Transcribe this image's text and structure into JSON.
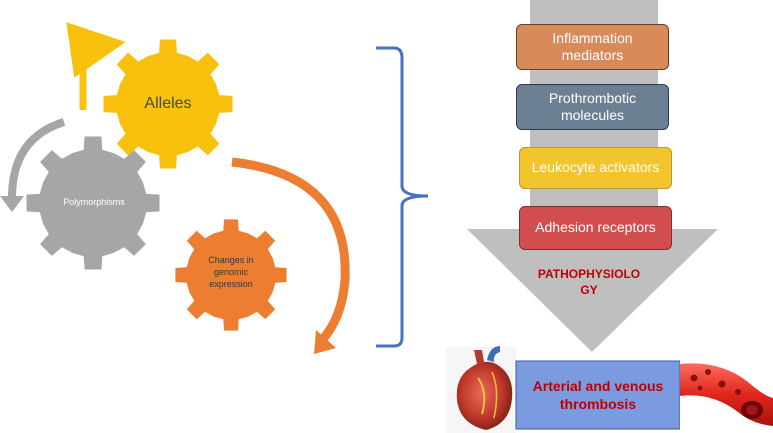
{
  "gears": {
    "alleles": "Alleles",
    "polymorphisms": "Polymorphisms",
    "expression": "Changes in genomic expression"
  },
  "mediators": [
    {
      "label": "Inflammation mediators",
      "color": "#d98a5b",
      "border": "#5a4330"
    },
    {
      "label": "Prothrombotic molecules",
      "color": "#6d7f93",
      "border": "#2c3b55"
    },
    {
      "label": "Leukocyte activators",
      "color": "#f2c42e",
      "border": "#b89a30"
    },
    {
      "label": "Adhesion receptors",
      "color": "#d24e4e",
      "border": "#7d2f2f"
    }
  ],
  "pathophysiology": "PATHOPHYSIOLO GY",
  "outcome": "Arterial and venous thrombosis",
  "icons": [
    "heart-image",
    "blood-vessel-clot-image"
  ],
  "colors": {
    "alleles_gear": "#f7c10d",
    "polymorphisms_gear": "#a6a6a6",
    "expression_gear": "#ed7d31",
    "brace": "#4472c4",
    "outcome_box": "#7a9be0",
    "accent_text": "#c00000"
  }
}
